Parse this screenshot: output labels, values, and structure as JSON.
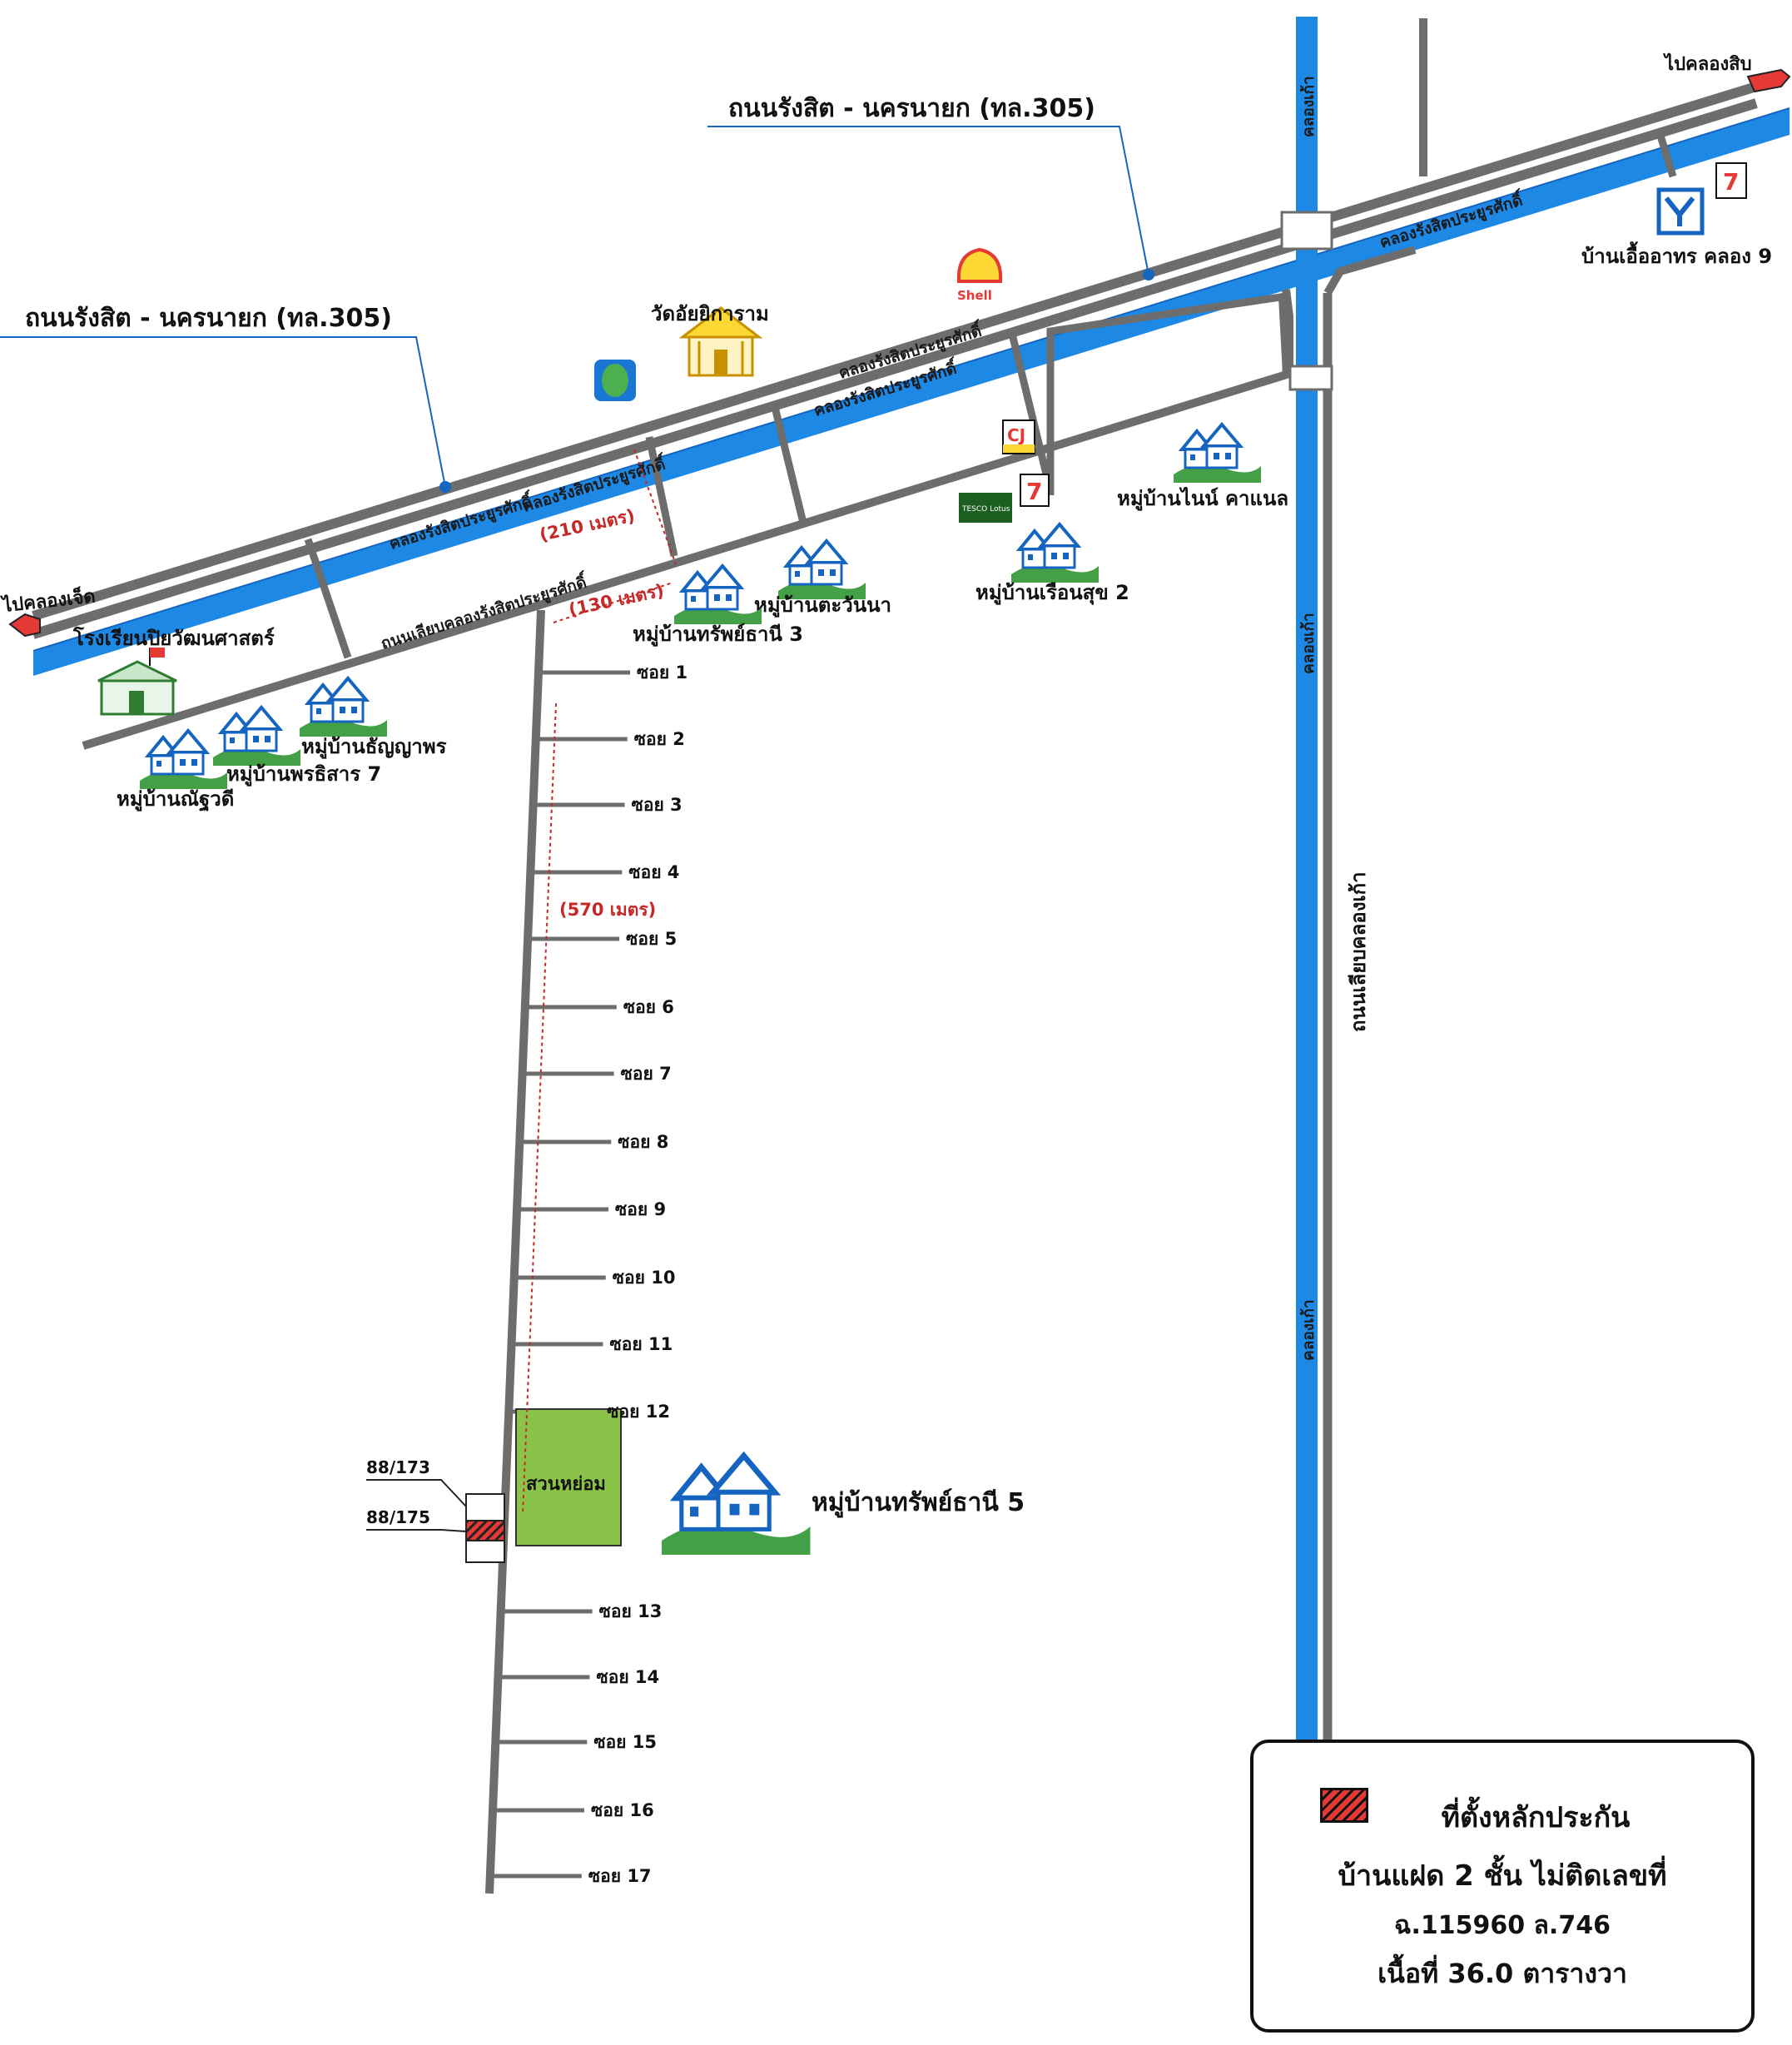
{
  "roads": {
    "highway_top": "ถนนรังสิต - นครนายก (ทล.305)",
    "highway_left": "ถนนรังสิต - นครนายก (ทล.305)",
    "frontage_road": "ถนนเลียบคลองรังสิตประยูรศักดิ์",
    "vertical_road": "ถนนเลียบคลองเก้า"
  },
  "canals": {
    "main_1": "คลองรังสิตประยูรศักดิ์",
    "main_2": "คลองรังสิตประยูรศักดิ์",
    "main_3": "คลองรังสิตประยูรศักดิ์",
    "main_4": "คลองรังสิตประยูรศักดิ์",
    "main_5": "คลองรังสิตประยูรศักดิ์",
    "klong9_1": "คลองเก้า",
    "klong9_2": "คลองเก้า",
    "klong9_3": "คลองเก้า"
  },
  "directions": {
    "right": "ไปคลองสิบ",
    "left": "ไปคลองเจ็ด"
  },
  "places": {
    "shell": "Shell",
    "temple": "วัดอัยยิการาม",
    "school": "โรงเรียนปิยวัฒนศาสตร์",
    "ban_ua_athorn": "บ้านเอื้ออาทร คลอง 9",
    "nine_canal": "หมู่บ้านไนน์ คาแนล",
    "ruean_suk": "หมู่บ้านเรือนสุข 2",
    "tawanna": "หมู่บ้านตะวันนา",
    "sap_thani3": "หมู่บ้านทรัพย์ธานี 3",
    "thanyaporn": "หมู่บ้านธัญญาพร",
    "phonthisan": "หมู่บ้านพรธิสาร 7",
    "nanthidee": "หมู่บ้านณัฐวดี",
    "sap_thani5": "หมู่บ้านทรัพย์ธานี 5",
    "park": "สวนหย่อม",
    "seven_eleven": "7",
    "cj_express": "CJ",
    "tesco": "TESCO Lotus"
  },
  "distances": {
    "d210": "(210 เมตร)",
    "d130": "(130 เมตร)",
    "d570": "(570 เมตร)"
  },
  "house_numbers": {
    "h1": "88/173",
    "h2": "88/175"
  },
  "sois": [
    "ซอย 1",
    "ซอย 2",
    "ซอย 3",
    "ซอย 4",
    "ซอย 5",
    "ซอย 6",
    "ซอย 7",
    "ซอย 8",
    "ซอย 9",
    "ซอย 10",
    "ซอย 11",
    "ซอย 12",
    "ซอย 13",
    "ซอย 14",
    "ซอย 15",
    "ซอย 16",
    "ซอย 17"
  ],
  "legend": {
    "title": "ที่ตั้งหลักประกัน",
    "line2": "บ้านแฝด 2 ชั้น ไม่ติดเลขที่",
    "line3": "ฉ.115960  ล.746",
    "line4": "เนื้อที่ 36.0 ตารางวา"
  },
  "colors": {
    "canal": "#1e88e5",
    "road": "#6d6d6d",
    "park": "#8bc34a",
    "marker": "#e53935",
    "label_blue": "#1565c0",
    "distance": "#c62828"
  }
}
